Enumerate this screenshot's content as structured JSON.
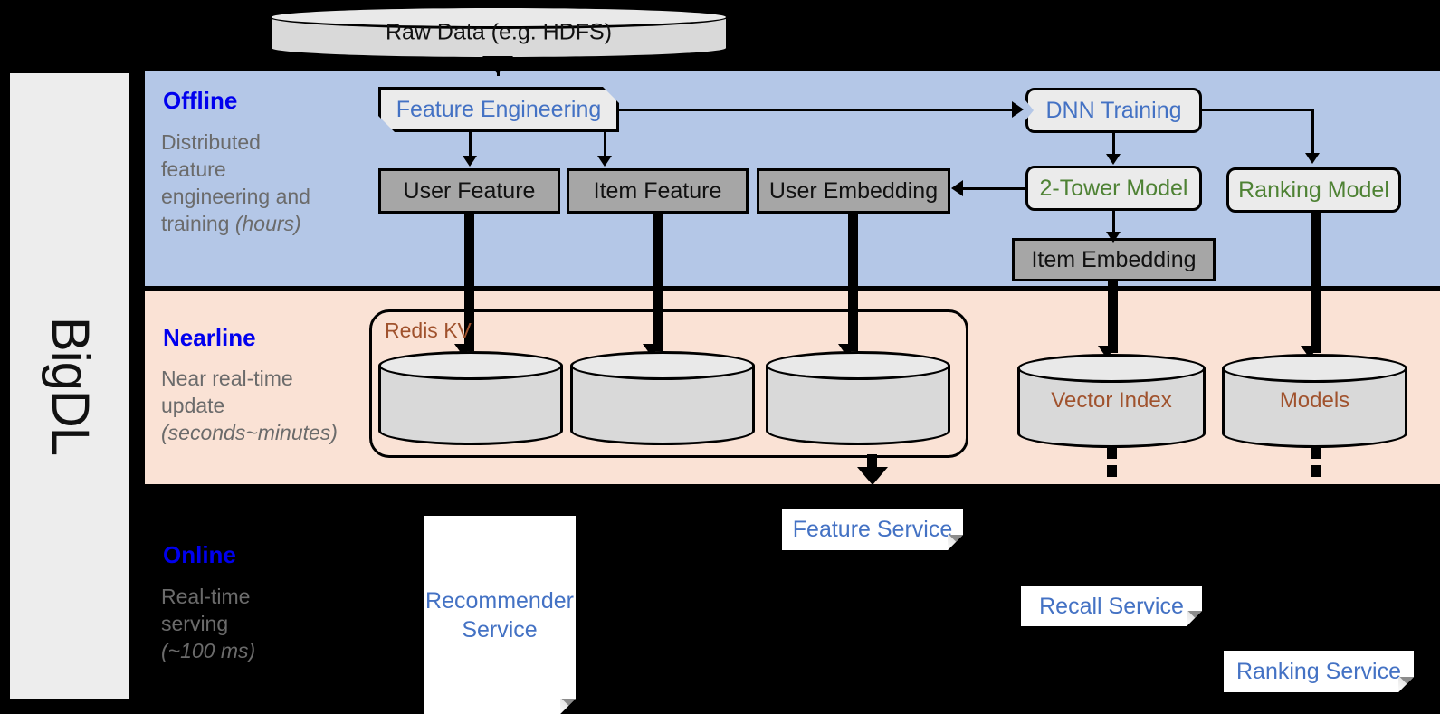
{
  "diagram": {
    "framework_label": "BigDL",
    "source": {
      "label": "Raw Data (e.g. HDFS)"
    },
    "layers": [
      {
        "id": "offline",
        "title": "Offline",
        "subtitle_line1": "Distributed",
        "subtitle_line2": "feature",
        "subtitle_line3": "engineering and",
        "subtitle_line4": "training ",
        "subtitle_italic": "(hours)",
        "band_color": "#b4c7e7",
        "title_color": "#0000ee"
      },
      {
        "id": "nearline",
        "title": "Nearline",
        "subtitle_line1": "Near real-time",
        "subtitle_line2": "update",
        "subtitle_italic": "(seconds~minutes)",
        "band_color": "#fae2d5",
        "title_color": "#0000ee"
      },
      {
        "id": "online",
        "title": "Online",
        "subtitle_line1": "Real-time",
        "subtitle_line2": "serving",
        "subtitle_italic": "(~100 ms)",
        "band_color": "#000000",
        "title_color": "#0000ee"
      }
    ],
    "offline_nodes": {
      "feature_engineering": "Feature Engineering",
      "dnn_training": "DNN Training",
      "user_feature": "User Feature",
      "item_feature": "Item Feature",
      "user_embedding": "User Embedding",
      "two_tower_model": "2-Tower Model",
      "ranking_model": "Ranking Model",
      "item_embedding": "Item Embedding"
    },
    "nearline_nodes": {
      "redis_kv": "Redis KV",
      "store_user_feature": "",
      "store_item_feature": "",
      "store_user_embedding": "",
      "vector_index": "Vector Index",
      "models": "Models"
    },
    "online_nodes": {
      "recommender_service_line1": "Recommender",
      "recommender_service_line2": "Service",
      "feature_service": "Feature Service",
      "recall_service": "Recall Service",
      "ranking_service": "Ranking Service"
    },
    "colors": {
      "accent_blue": "#4472c4",
      "accent_green": "#4e8234",
      "accent_brown": "#a0522d",
      "label_blue": "#0000ee",
      "gray_store": "#a6a6a6",
      "process_fill": "#ebebeb",
      "offline_band": "#b4c7e7",
      "nearline_band": "#fae2d5",
      "online_band": "#000000"
    }
  }
}
